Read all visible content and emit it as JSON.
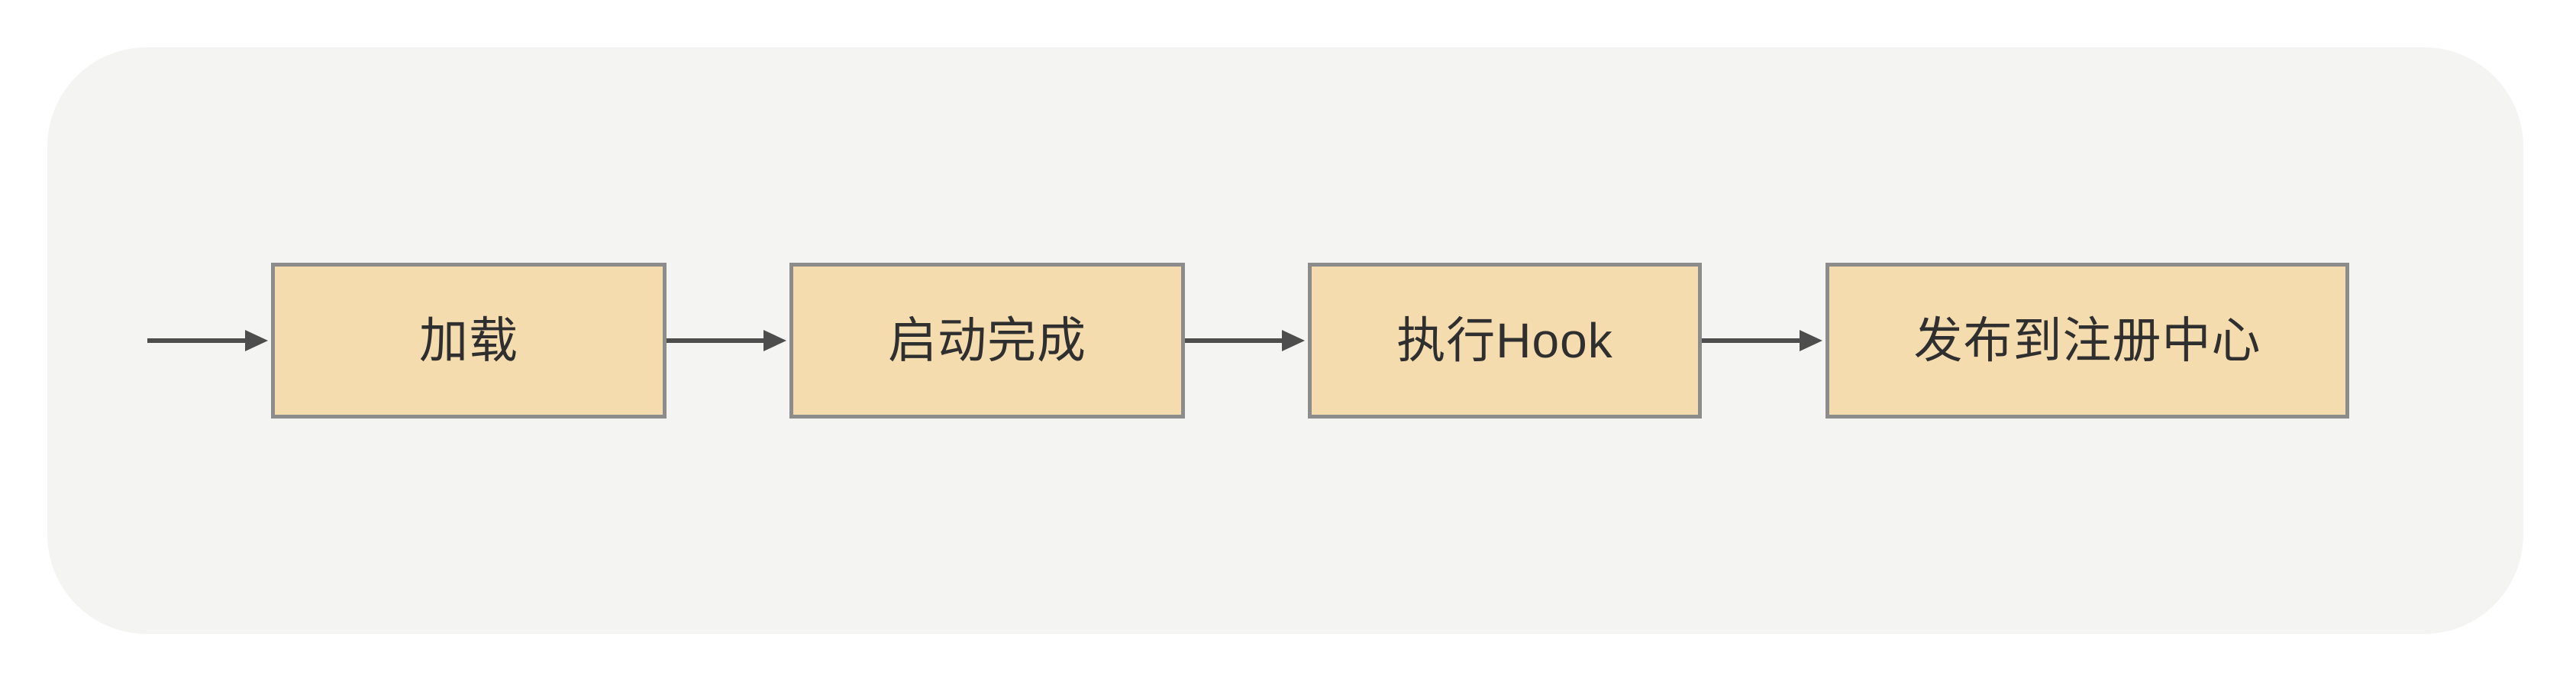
{
  "diagram": {
    "type": "flowchart",
    "orientation": "left-to-right",
    "title": "",
    "colors": {
      "page_background": "#ffffff",
      "panel_background": "#f4f4f2",
      "node_fill": "#f5dcaf",
      "node_border": "#8c8c8c",
      "node_text": "#2f2f2f",
      "edge": "#4d4d4d"
    },
    "panel": {
      "corner_radius": 130
    },
    "nodes": [
      {
        "id": "load",
        "label": "加载"
      },
      {
        "id": "started",
        "label": "启动完成"
      },
      {
        "id": "hook",
        "label": "执行Hook"
      },
      {
        "id": "register",
        "label": "发布到注册中心"
      }
    ],
    "edges": [
      {
        "id": "entry",
        "from": "",
        "to": "load",
        "label": "",
        "arrow": "arrow-head-right"
      },
      {
        "id": "e0",
        "from": "load",
        "to": "started",
        "label": "",
        "arrow": "arrow-head-right"
      },
      {
        "id": "e1",
        "from": "started",
        "to": "hook",
        "label": "",
        "arrow": "arrow-head-right"
      },
      {
        "id": "e2",
        "from": "hook",
        "to": "register",
        "label": "",
        "arrow": "arrow-head-right"
      }
    ]
  }
}
